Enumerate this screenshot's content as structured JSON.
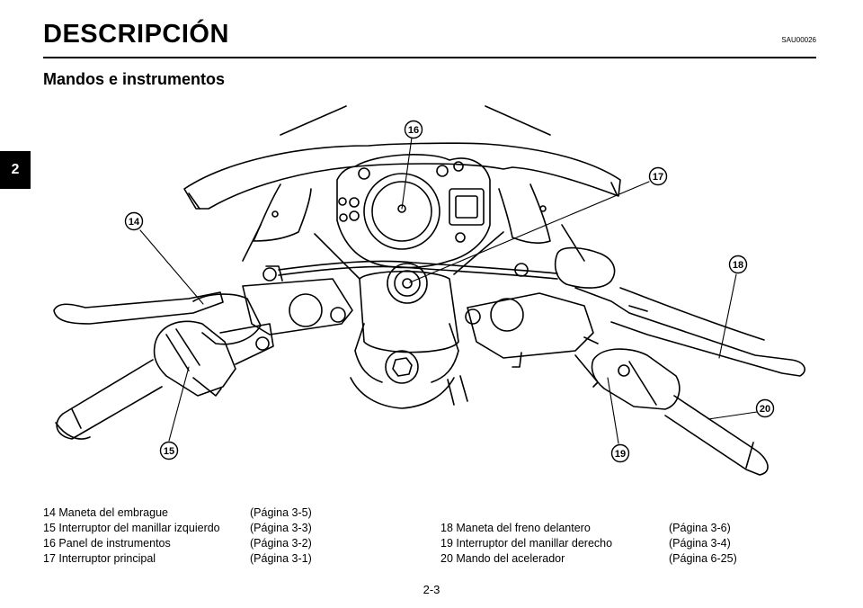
{
  "header": {
    "title": "DESCRIPCIÓN",
    "doc_code": "SAU00026",
    "section_title": "Mandos e instrumentos",
    "chapter_tab": "2"
  },
  "diagram": {
    "callouts": [
      "14",
      "15",
      "16",
      "17",
      "18",
      "19",
      "20"
    ]
  },
  "legend": {
    "left": [
      {
        "label": "14 Maneta del embrague",
        "page": "(Página 3-5)"
      },
      {
        "label": "15 Interruptor del manillar izquierdo",
        "page": "(Página 3-3)"
      },
      {
        "label": "16 Panel de instrumentos",
        "page": "(Página 3-2)"
      },
      {
        "label": "17 Interruptor principal",
        "page": "(Página 3-1)"
      }
    ],
    "right": [
      {
        "label": "18 Maneta del freno delantero",
        "page": "(Página 3-6)"
      },
      {
        "label": "19 Interruptor del manillar derecho",
        "page": "(Página 3-4)"
      },
      {
        "label": "20 Mando del acelerador",
        "page": "(Página 6-25)"
      }
    ]
  },
  "footer": {
    "page_number": "2-3"
  }
}
